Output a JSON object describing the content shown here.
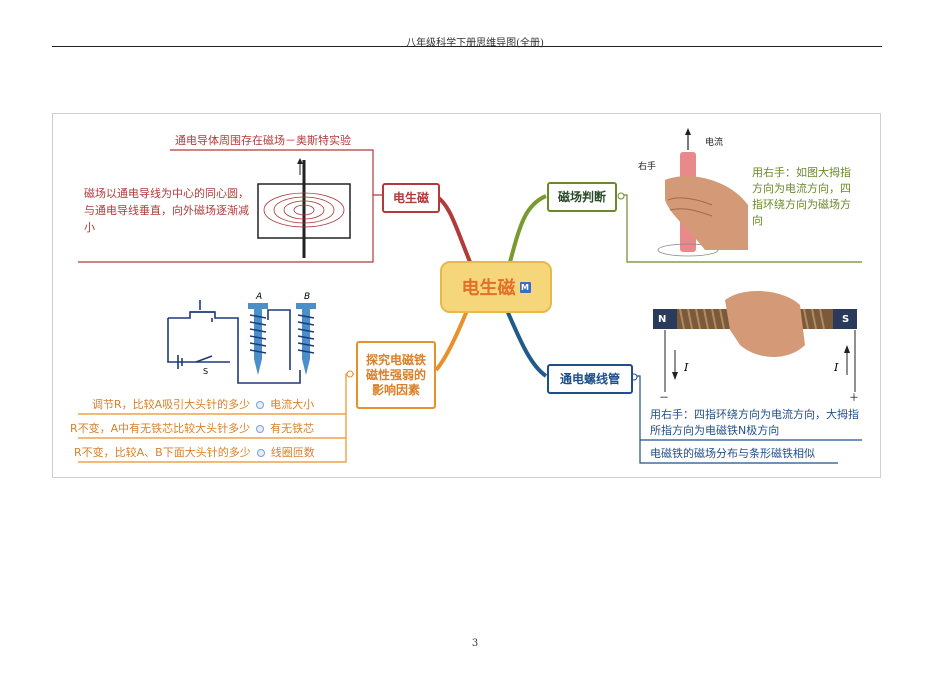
{
  "header": {
    "title": "八年级科学下册思维导图(全册)"
  },
  "footer": {
    "page_number": "3"
  },
  "center": {
    "label": "电生磁",
    "badge": "M"
  },
  "branches": {
    "electro": {
      "label": "电生磁",
      "top_note": "通电导体周围存在磁场－奥斯特实验",
      "side_note": "磁场以通电导线为中心的同心圆，与通电导线垂直，向外磁场逐渐减小"
    },
    "judge": {
      "label": "磁场判断",
      "note": "用右手：如图大拇指方向为电流方向，四指环绕方向为磁场方向",
      "fig_current": "电流",
      "fig_hand": "右手"
    },
    "explore": {
      "label": "探究电磁铁磁性强弱的影响因素",
      "label_lines": [
        "探究电磁铁",
        "磁性强弱的",
        "影响因素"
      ],
      "fig_a": "A",
      "fig_b": "B",
      "fig_s": "S",
      "rows": [
        {
          "method": "调节R，比较A吸引大头针的多少",
          "factor": "电流大小"
        },
        {
          "method": "R不变，A中有无铁芯比较大头针多少",
          "factor": "有无铁芯"
        },
        {
          "method": "R不变，比较A、B下面大头针的多少",
          "factor": "线圈匝数"
        }
      ]
    },
    "solenoid": {
      "label": "通电螺线管",
      "note1": "用右手：四指环绕方向为电流方向，大拇指所指方向为电磁铁N极方向",
      "note2": "电磁铁的磁场分布与条形磁铁相似",
      "fig_n": "N",
      "fig_s": "S",
      "fig_i": "I",
      "fig_minus": "－",
      "fig_plus": "＋"
    }
  },
  "colors": {
    "red": "#b23a3a",
    "green": "#6a8a2a",
    "blue": "#1f4f8a",
    "orange": "#e8912a",
    "center_fill": "#f6d67a"
  }
}
